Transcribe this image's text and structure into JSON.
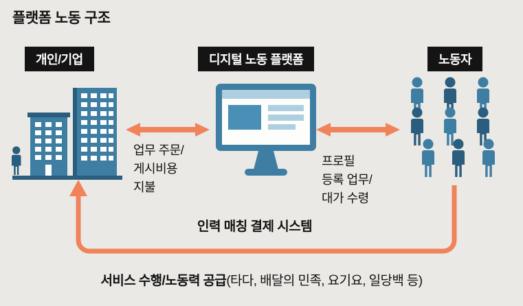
{
  "title": "플랫폼 노동 구조",
  "nodes": {
    "client_label": "개인/기업",
    "platform_label": "디지털 노동 플랫폼",
    "worker_label": "노동자"
  },
  "annotations": {
    "left_flow_lines": [
      "업무 주문/",
      "게시비용",
      "지불"
    ],
    "right_flow_lines": [
      "프로필",
      "등록 업무/",
      "대가 수령"
    ],
    "platform_caption": "인력 매칭 결제 시스템",
    "bottom_flow_main": "서비스 수행/노동력 공급",
    "bottom_flow_detail": "(타다, 배달의 민족, 요기요, 일당백 등)"
  },
  "icons": {
    "buildings": "buildings-illustration",
    "monitor": "computer-monitor-illustration",
    "workers": "people-group-illustration",
    "left_arrow": "double-headed-arrow",
    "right_arrow": "double-headed-arrow",
    "bottom_arrow": "curved-return-arrow"
  },
  "colors": {
    "background": "#eae9e5",
    "arrow_orange": "#f0835a",
    "figure_blue": "#3f7ea3",
    "figure_dark_blue": "#2a5d7e",
    "label_box_bg": "#141414",
    "label_box_text": "#ffffff",
    "text": "#111111"
  }
}
